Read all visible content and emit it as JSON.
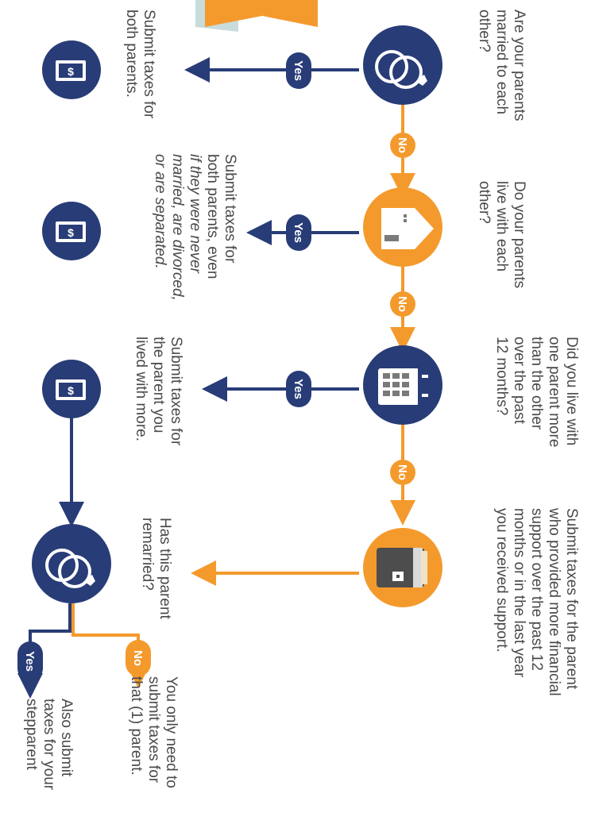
{
  "colors": {
    "navy": "#283c77",
    "orange": "#f49a2d",
    "text": "#4a4a4a"
  },
  "badges": {
    "yes": "Yes",
    "no": "No"
  },
  "icons": {
    "rings": "wedding-rings-icon",
    "house": "house-icon",
    "calendar": "calendar-icon",
    "money": "money-bill-icon",
    "wallet": "wallet-icon"
  },
  "steps": {
    "q1": [
      "Are your parents",
      "married to each",
      "other?"
    ],
    "a1": [
      "Submit taxes for",
      "both parents."
    ],
    "q2": [
      "Do your parents",
      "live with each",
      "other?"
    ],
    "a2_plain": [
      "Submit taxes for",
      "both parents, even"
    ],
    "a2_italic": [
      "if they were never",
      "married, are divorced,",
      "or are separated."
    ],
    "q3": [
      "Did you live with",
      "one parent more",
      "than the other",
      "over the past",
      "12 months?"
    ],
    "a3": [
      "Submit taxes for",
      "the parent you",
      "lived with more."
    ],
    "a4": [
      "Submit taxes for the parent",
      "who provided more financial",
      "support over the past 12",
      "months or in the last year",
      "you received support."
    ],
    "q5": [
      "Has this parent",
      "remarried?"
    ],
    "a5_no": [
      "You only need to",
      "submit taxes for",
      "that (1) parent."
    ],
    "a5_yes": [
      "Also submit",
      "taxes for your",
      "stepparent"
    ]
  }
}
